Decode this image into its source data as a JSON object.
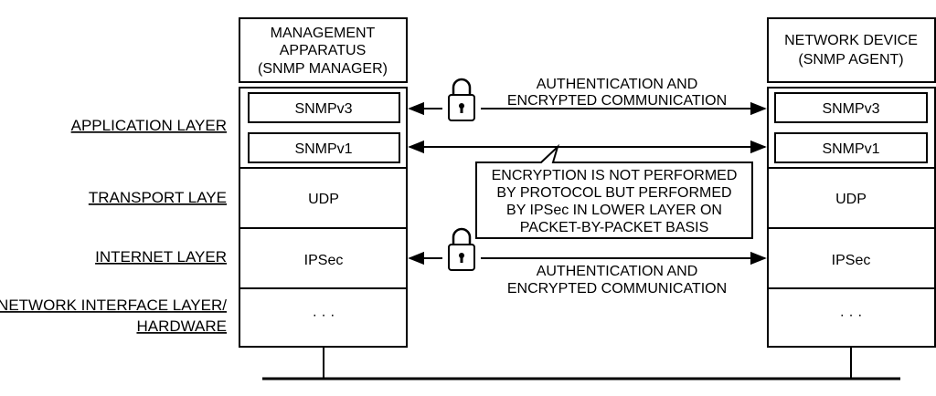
{
  "layers": {
    "application": "APPLICATION LAYER",
    "transport": "TRANSPORT LAYE",
    "internet": "INTERNET LAYER",
    "network_line1": "NETWORK INTERFACE LAYER/",
    "network_line2": "HARDWARE"
  },
  "manager": {
    "title_line1": "MANAGEMENT",
    "title_line2": "APPARATUS",
    "title_line3": "(SNMP MANAGER)",
    "snmpv3": "SNMPv3",
    "snmpv1": "SNMPv1",
    "udp": "UDP",
    "ipsec": "IPSec",
    "hardware": "· · ·"
  },
  "agent": {
    "title_line1": "NETWORK DEVICE",
    "title_line2": "(SNMP AGENT)",
    "snmpv3": "SNMPv3",
    "snmpv1": "SNMPv1",
    "udp": "UDP",
    "ipsec": "IPSec",
    "hardware": "· · ·"
  },
  "messages": {
    "top_line1": "AUTHENTICATION AND",
    "top_line2": "ENCRYPTED COMMUNICATION",
    "bottom_line1": "AUTHENTICATION AND",
    "bottom_line2": "ENCRYPTED COMMUNICATION",
    "callout": [
      "ENCRYPTION IS NOT PERFORMED",
      "BY PROTOCOL BUT PERFORMED",
      "BY IPSec IN LOWER LAYER ON",
      "PACKET-BY-PACKET BASIS"
    ]
  },
  "icons": {
    "top_lock": "padlock-icon",
    "bottom_lock": "padlock-icon"
  }
}
